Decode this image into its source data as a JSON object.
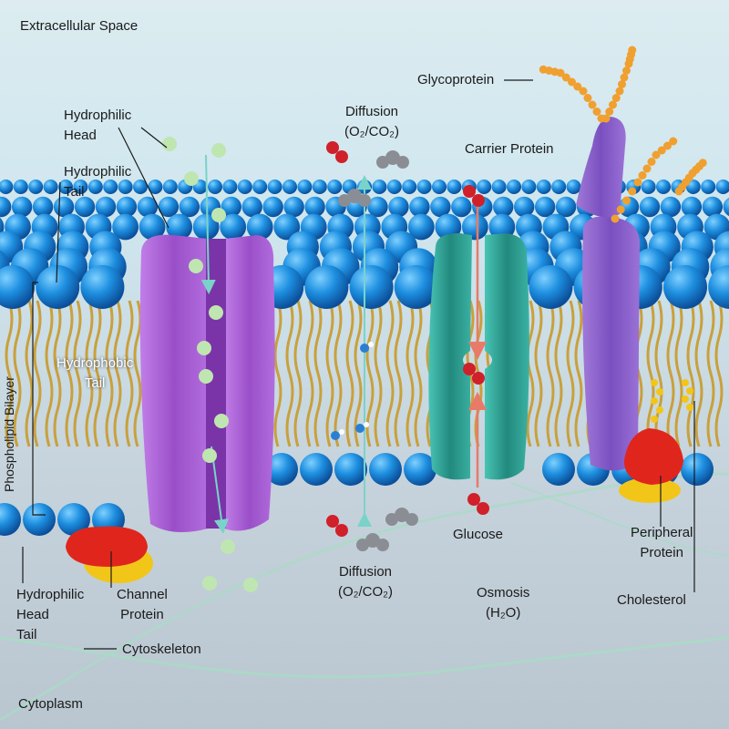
{
  "labels": {
    "extracellular": "Extracellular Space",
    "hydrophilic_head_top": [
      "Hydrophilic",
      "Head"
    ],
    "hydrophilic_tail_top": [
      "Hydrophilic",
      "Tail"
    ],
    "diffusion_top": {
      "title": "Diffusion",
      "formula": "(O₂/CO₂)"
    },
    "glycoprotein": "Glycoprotein",
    "carrier_protein": "Carrier Protein",
    "phospholipid_bilayer": "Phospholipid Bilayer",
    "hydrophobic_tail": [
      "Hydrophobic",
      "Tail"
    ],
    "hydrophilic_head_bottom": [
      "Hydrophilic",
      "Head",
      "Tail"
    ],
    "channel_protein": [
      "Channel",
      "Protein"
    ],
    "cytoskeleton": "Cytoskeleton",
    "cytoplasm": "Cytoplasm",
    "diffusion_bottom": {
      "title": "Diffusion",
      "formula": "(O₂/CO₂)"
    },
    "glucose": "Glucose",
    "osmosis": {
      "title": "Osmosis",
      "formula": "(H₂O)"
    },
    "peripheral_protein": [
      "Peripheral",
      "Protein"
    ],
    "cholesterol": "Cholesterol"
  },
  "colors": {
    "head": "#1e8fe0",
    "tail": "#c9a03c",
    "channel": "#a25ad0",
    "carrier": "#2fa89a",
    "glyco_chain": "#f0a030",
    "oxygen": "#d0202a",
    "carbon": "#8a8e94",
    "solute": "#bfe6b0"
  }
}
